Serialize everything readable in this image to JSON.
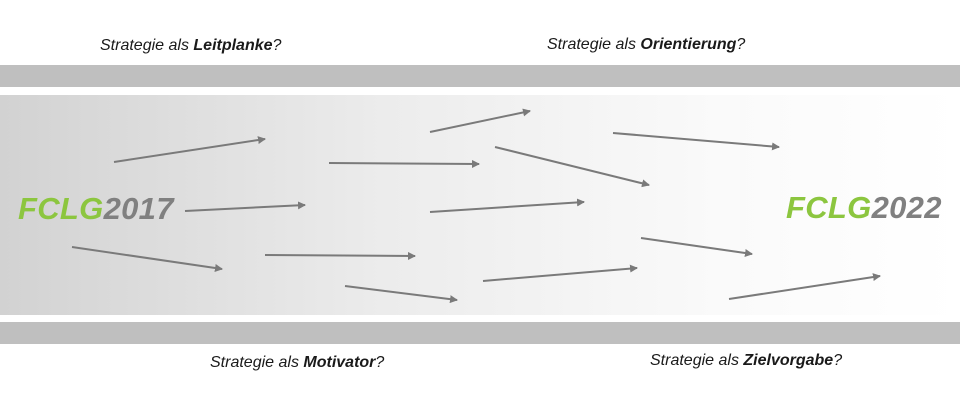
{
  "captions": {
    "top_left": {
      "prefix": "Strategie als ",
      "bold": "Leitplanke",
      "suffix": "?"
    },
    "top_right": {
      "prefix": "Strategie als ",
      "bold": "Orientierung",
      "suffix": "?"
    },
    "bottom_left": {
      "prefix": "Strategie als ",
      "bold": "Motivator",
      "suffix": "?"
    },
    "bottom_right": {
      "prefix": "Strategie als ",
      "bold": "Zielvorgabe",
      "suffix": "?"
    }
  },
  "start": {
    "letters": "FCLG",
    "year": "2017"
  },
  "end": {
    "letters": "FCLG",
    "year": "2022"
  },
  "colors": {
    "brand_green": "#8cc63f",
    "brand_grey": "#808080",
    "arrow": "#7a7a7a",
    "bar": "#bfbfbf"
  }
}
